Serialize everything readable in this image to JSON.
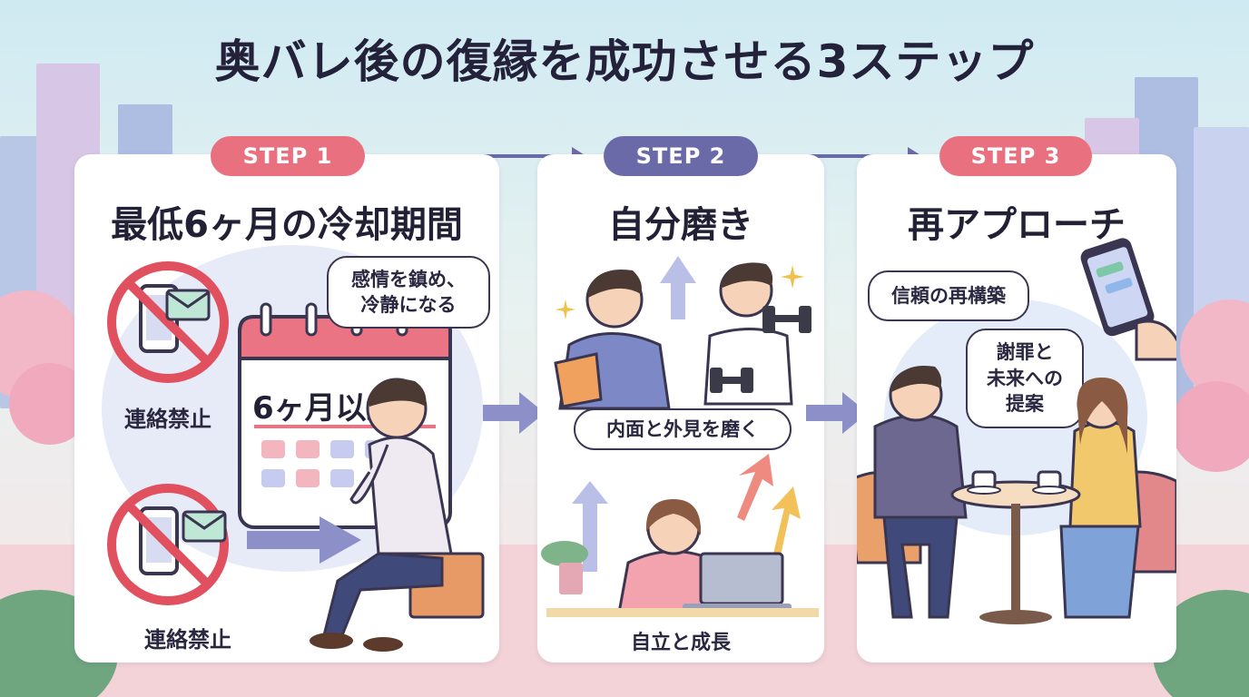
{
  "title": "奥バレ後の復縁を成功させる3ステップ",
  "steps": [
    {
      "pill": "STEP 1",
      "heading": "最低6ヶ月の冷却期間",
      "bubble": "感情を鎮め、\n冷静になる",
      "calendar_text": "6ヶ月以上",
      "label_top": "連絡禁止",
      "label_bottom": "連絡禁止",
      "pill_color": "#e9707e"
    },
    {
      "pill": "STEP 2",
      "heading": "自分磨き",
      "bubble": "内面と外見を磨く",
      "caption": "自立と成長",
      "pill_color": "#6b6aa8"
    },
    {
      "pill": "STEP 3",
      "heading": "再アプローチ",
      "bubble_left": "信頼の再構築",
      "bubble_right": "謝罪と\n未来への\n提案",
      "pill_color": "#e9707e"
    }
  ],
  "colors": {
    "accent_pink": "#e9707e",
    "accent_purple": "#6b6aa8",
    "arrow": "#6b6aa8",
    "prohibit_red": "#e0505e"
  },
  "icons": [
    "no-phone-icon",
    "mail-icon",
    "calendar-icon",
    "dumbbell-icon",
    "book-icon",
    "laptop-icon",
    "smartphone-icon",
    "coffee-cup-icon",
    "sparkle-icon",
    "up-arrow-icon"
  ]
}
